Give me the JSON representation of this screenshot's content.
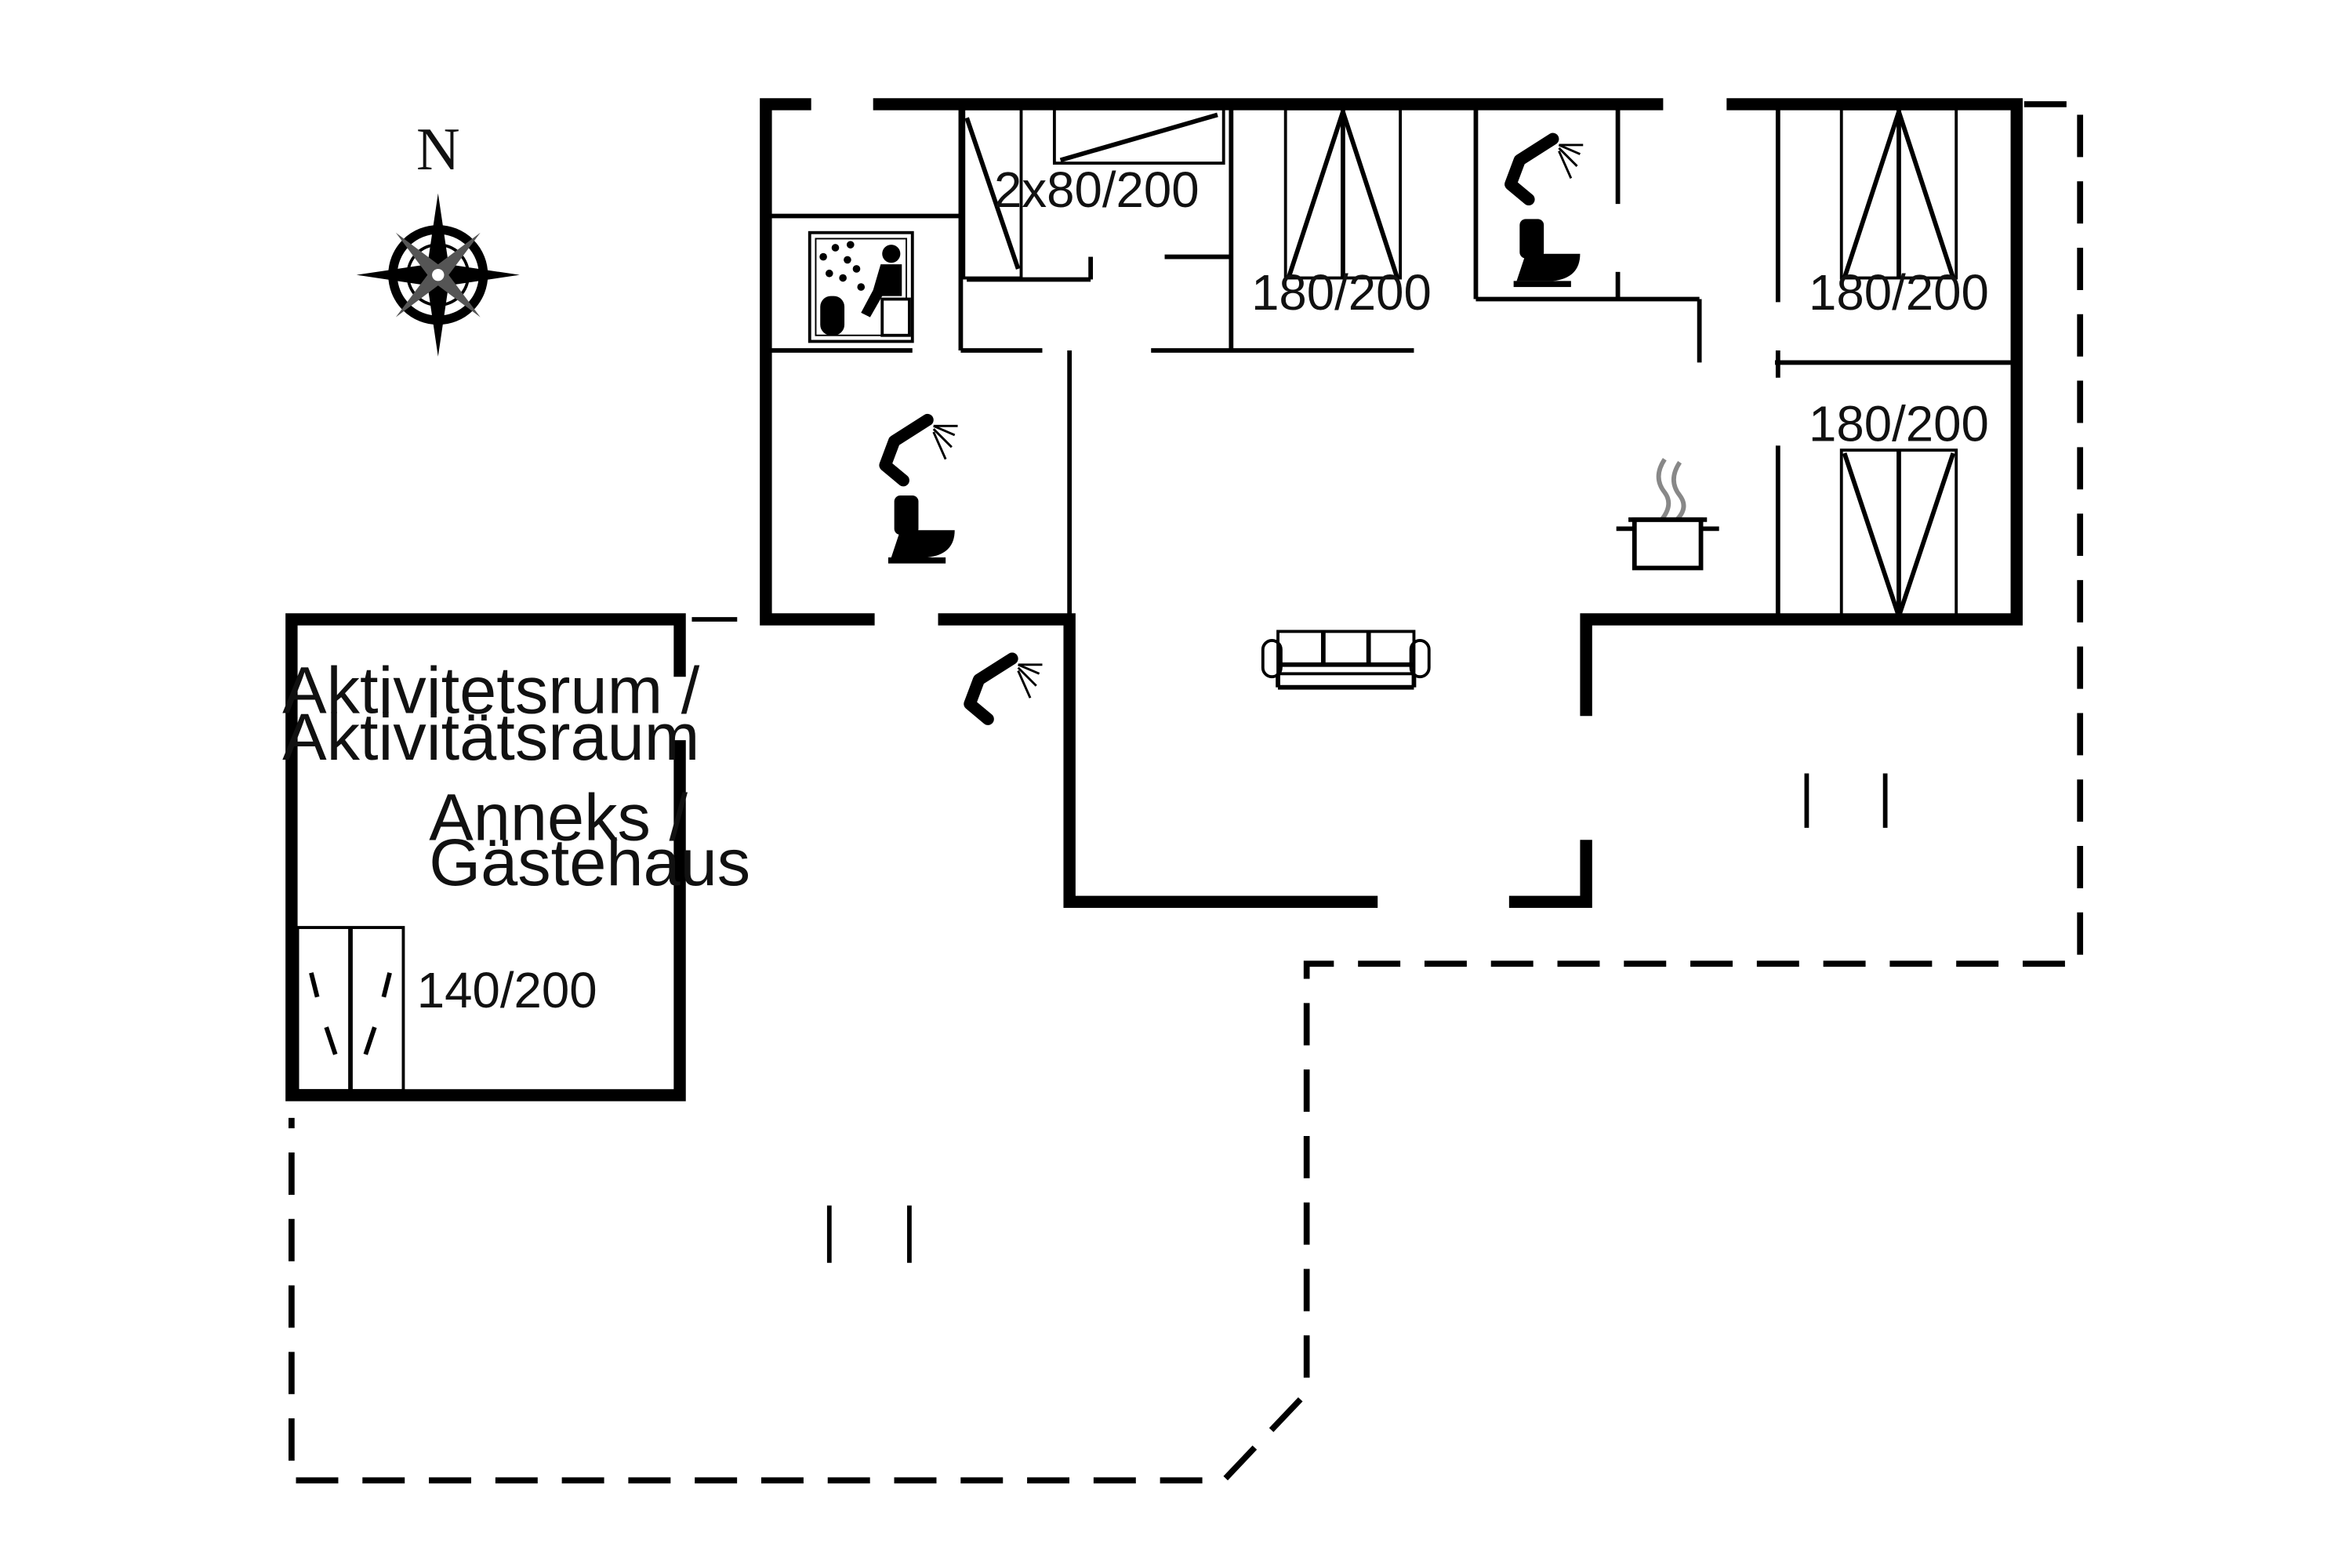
{
  "compass": {
    "label": "N"
  },
  "labels": {
    "bed_kids": "2x80/200",
    "bed_top_mid": "180/200",
    "bed_top_right": "180/200",
    "bed_right": "180/200",
    "bed_annex": "140/200",
    "annex_line1": "Aktivitetsrum /",
    "annex_line2": "Aktivitätsraum",
    "annex_line3": "Anneks /",
    "annex_line4": "Gästehaus"
  },
  "icons": [
    "compass-rose-icon",
    "sauna-icon",
    "shower-icon",
    "toilet-icon",
    "cooking-pot-icon",
    "sofa-icon",
    "bed-icon"
  ]
}
